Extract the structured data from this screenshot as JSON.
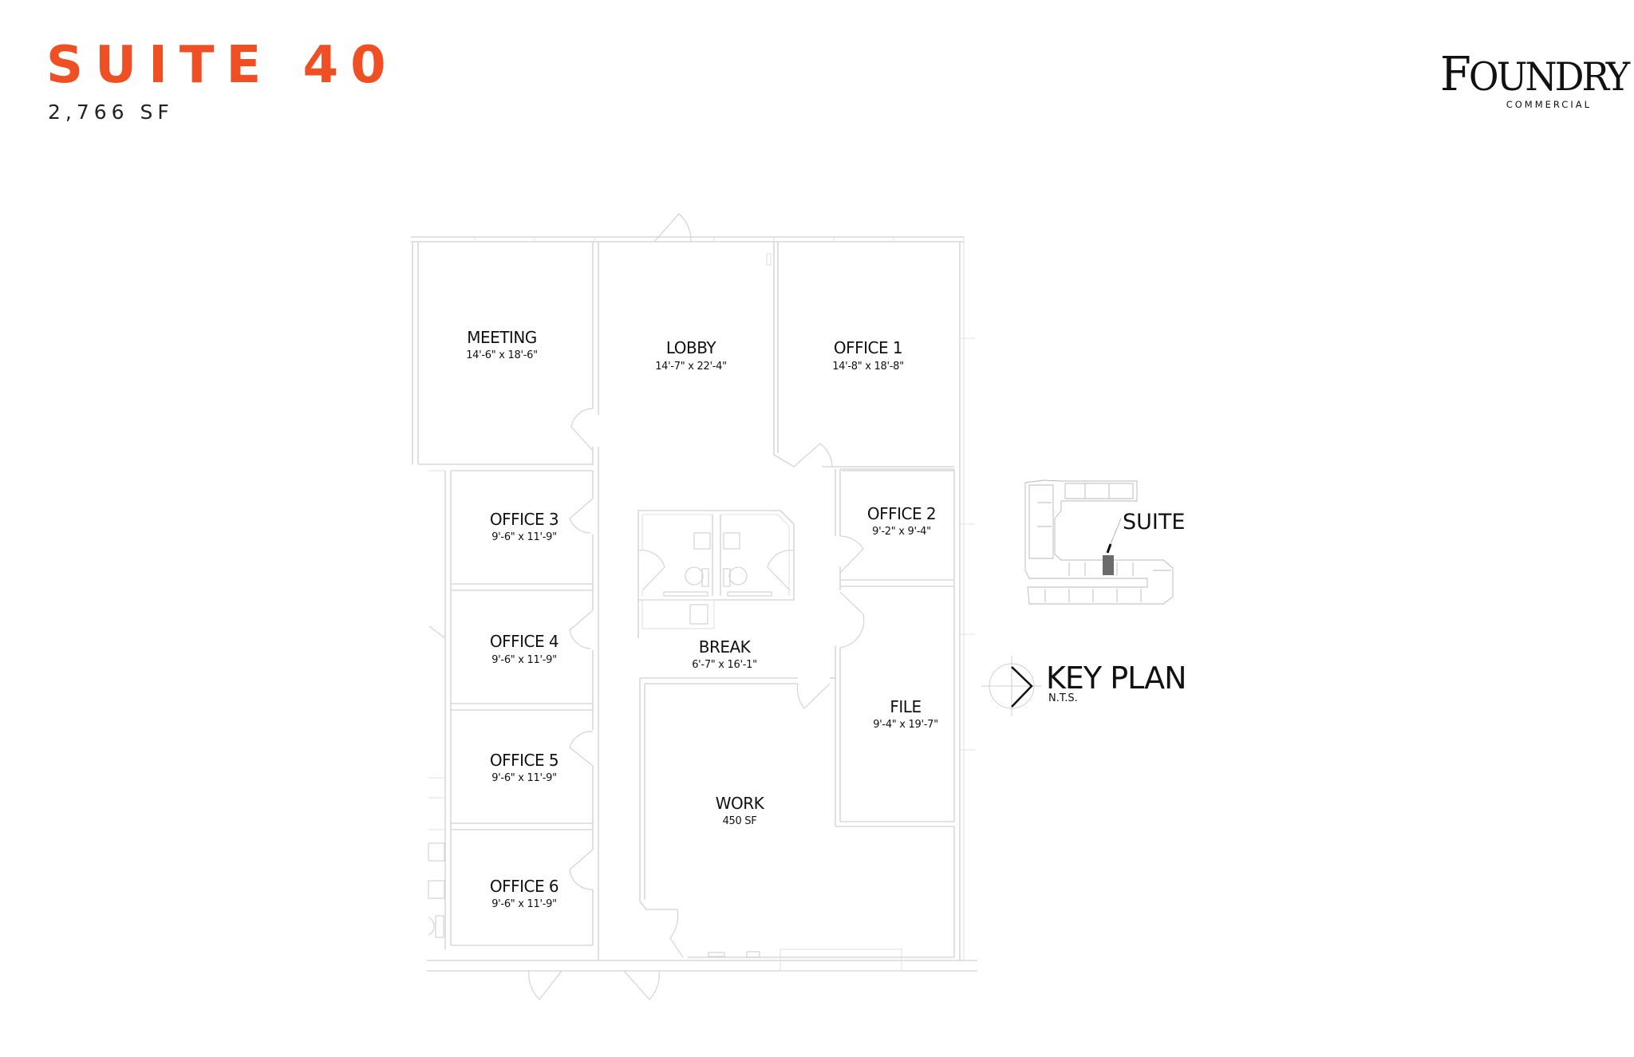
{
  "header": {
    "suite_title": "SUITE 40",
    "area": "2,766 SF"
  },
  "logo": {
    "name_initial": "F",
    "name_rest": "OUNDRY",
    "tagline": "COMMERCIAL"
  },
  "rooms": [
    {
      "id": "meeting",
      "label": "MEETING",
      "dimensions": "14'-6\" x 18'-6\""
    },
    {
      "id": "lobby",
      "label": "LOBBY",
      "dimensions": "14'-7\" x 22'-4\""
    },
    {
      "id": "office-1",
      "label": "OFFICE 1",
      "dimensions": "14'-8\" x 18'-8\""
    },
    {
      "id": "office-2",
      "label": "OFFICE 2",
      "dimensions": "9'-2\" x 9'-4\""
    },
    {
      "id": "office-3",
      "label": "OFFICE 3",
      "dimensions": "9'-6\" x 11'-9\""
    },
    {
      "id": "office-4",
      "label": "OFFICE 4",
      "dimensions": "9'-6\" x 11'-9\""
    },
    {
      "id": "office-5",
      "label": "OFFICE 5",
      "dimensions": "9'-6\" x 11'-9\""
    },
    {
      "id": "office-6",
      "label": "OFFICE 6",
      "dimensions": "9'-6\" x 11'-9\""
    },
    {
      "id": "break",
      "label": "BREAK",
      "dimensions": "6'-7\" x 16'-1\""
    },
    {
      "id": "file",
      "label": "FILE",
      "dimensions": "9'-4\" x 19'-7\""
    },
    {
      "id": "work",
      "label": "WORK",
      "dimensions": "450 SF"
    }
  ],
  "key_plan": {
    "title": "KEY PLAN",
    "scale_note": "N.T.S.",
    "suite_label": "SUITE",
    "highlight_color": "#6b6b6b"
  },
  "colors": {
    "accent": "#F04E23",
    "wall": "#d8d8d8",
    "text": "#111111"
  }
}
